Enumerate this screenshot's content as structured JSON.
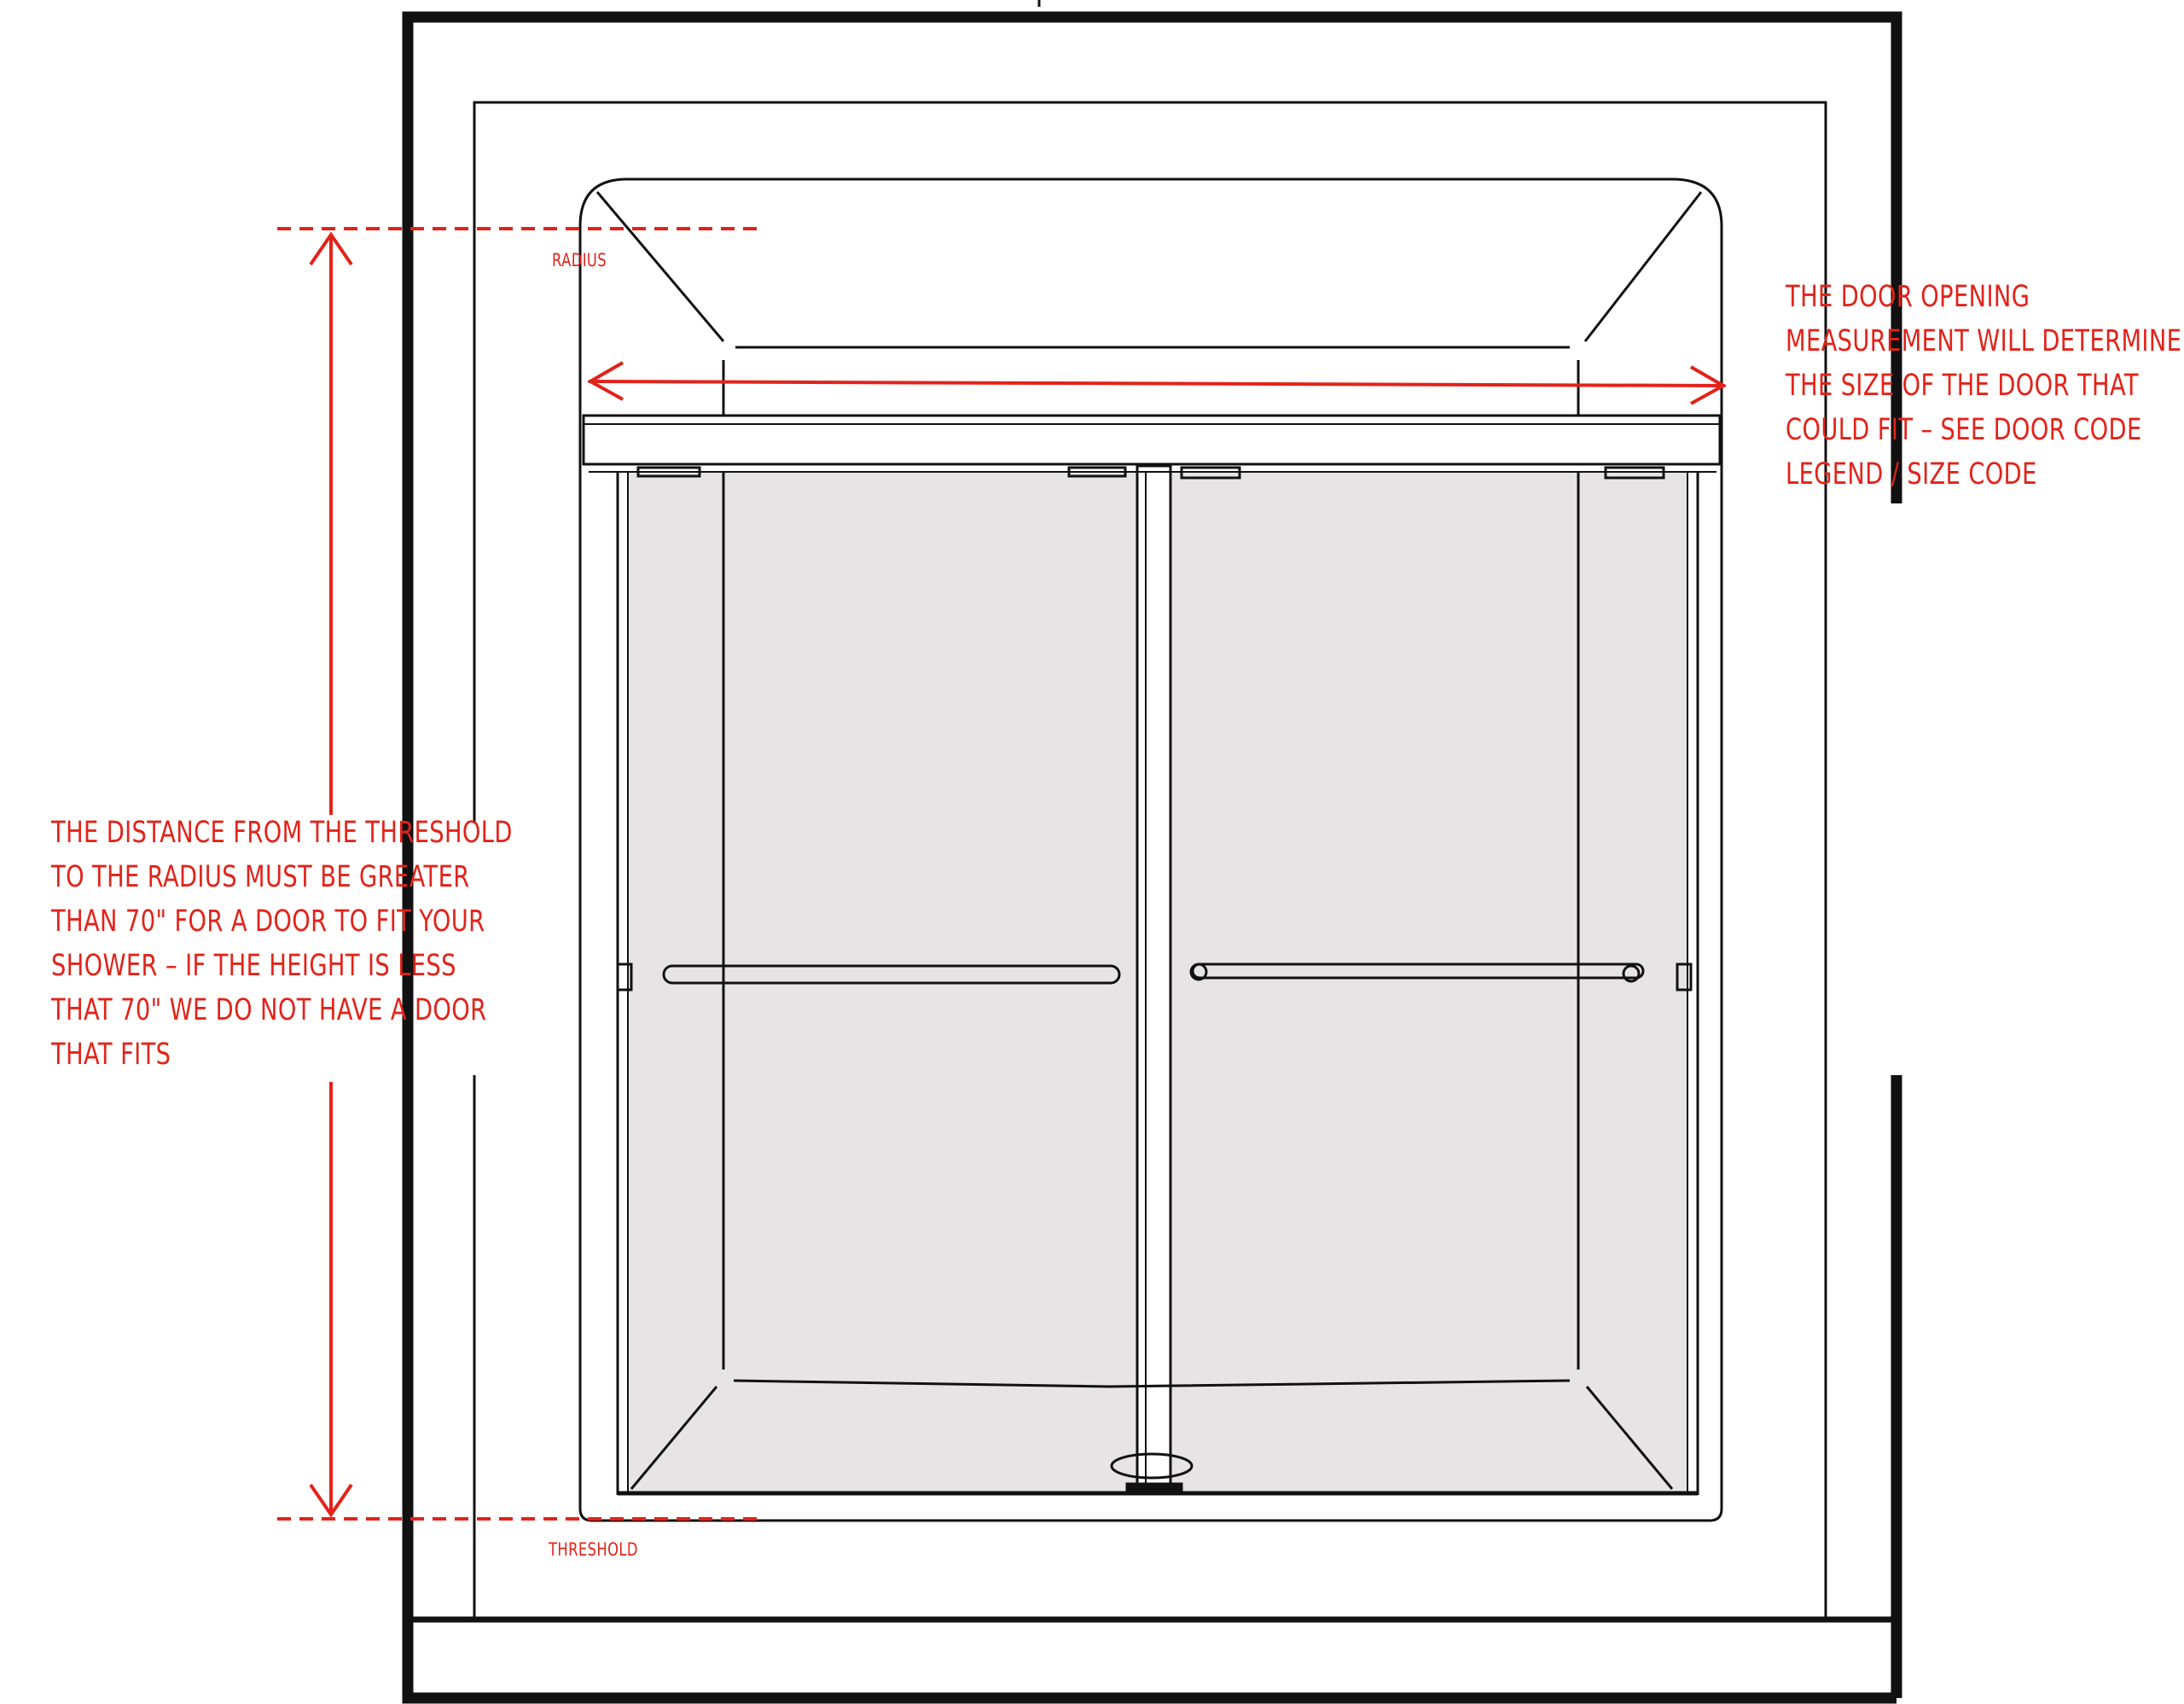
{
  "labels": {
    "radius": "RADIUS",
    "threshold": "THRESHOLD"
  },
  "notes": {
    "width_note": [
      "THE DOOR OPENING",
      "MEASUREMENT WILL DETERMINE",
      "THE SIZE OF THE DOOR THAT",
      "COULD FIT – SEE DOOR CODE",
      "LEGEND / SIZE CODE"
    ],
    "height_note": [
      "THE DISTANCE FROM THE THRESHOLD",
      "TO THE RADIUS MUST BE GREATER",
      "THAN 70\" FOR A DOOR TO FIT YOUR",
      "SHOWER – IF THE HEIGHT IS LESS",
      "THAT 70\" WE DO NOT HAVE A DOOR",
      "THAT FITS"
    ]
  },
  "colors": {
    "annotation": "#e2231a",
    "line": "#111111",
    "glass": "#e6e4e5"
  },
  "icons": {
    "width_dimension": "double-arrow-horizontal",
    "height_dimension": "double-arrow-vertical"
  }
}
